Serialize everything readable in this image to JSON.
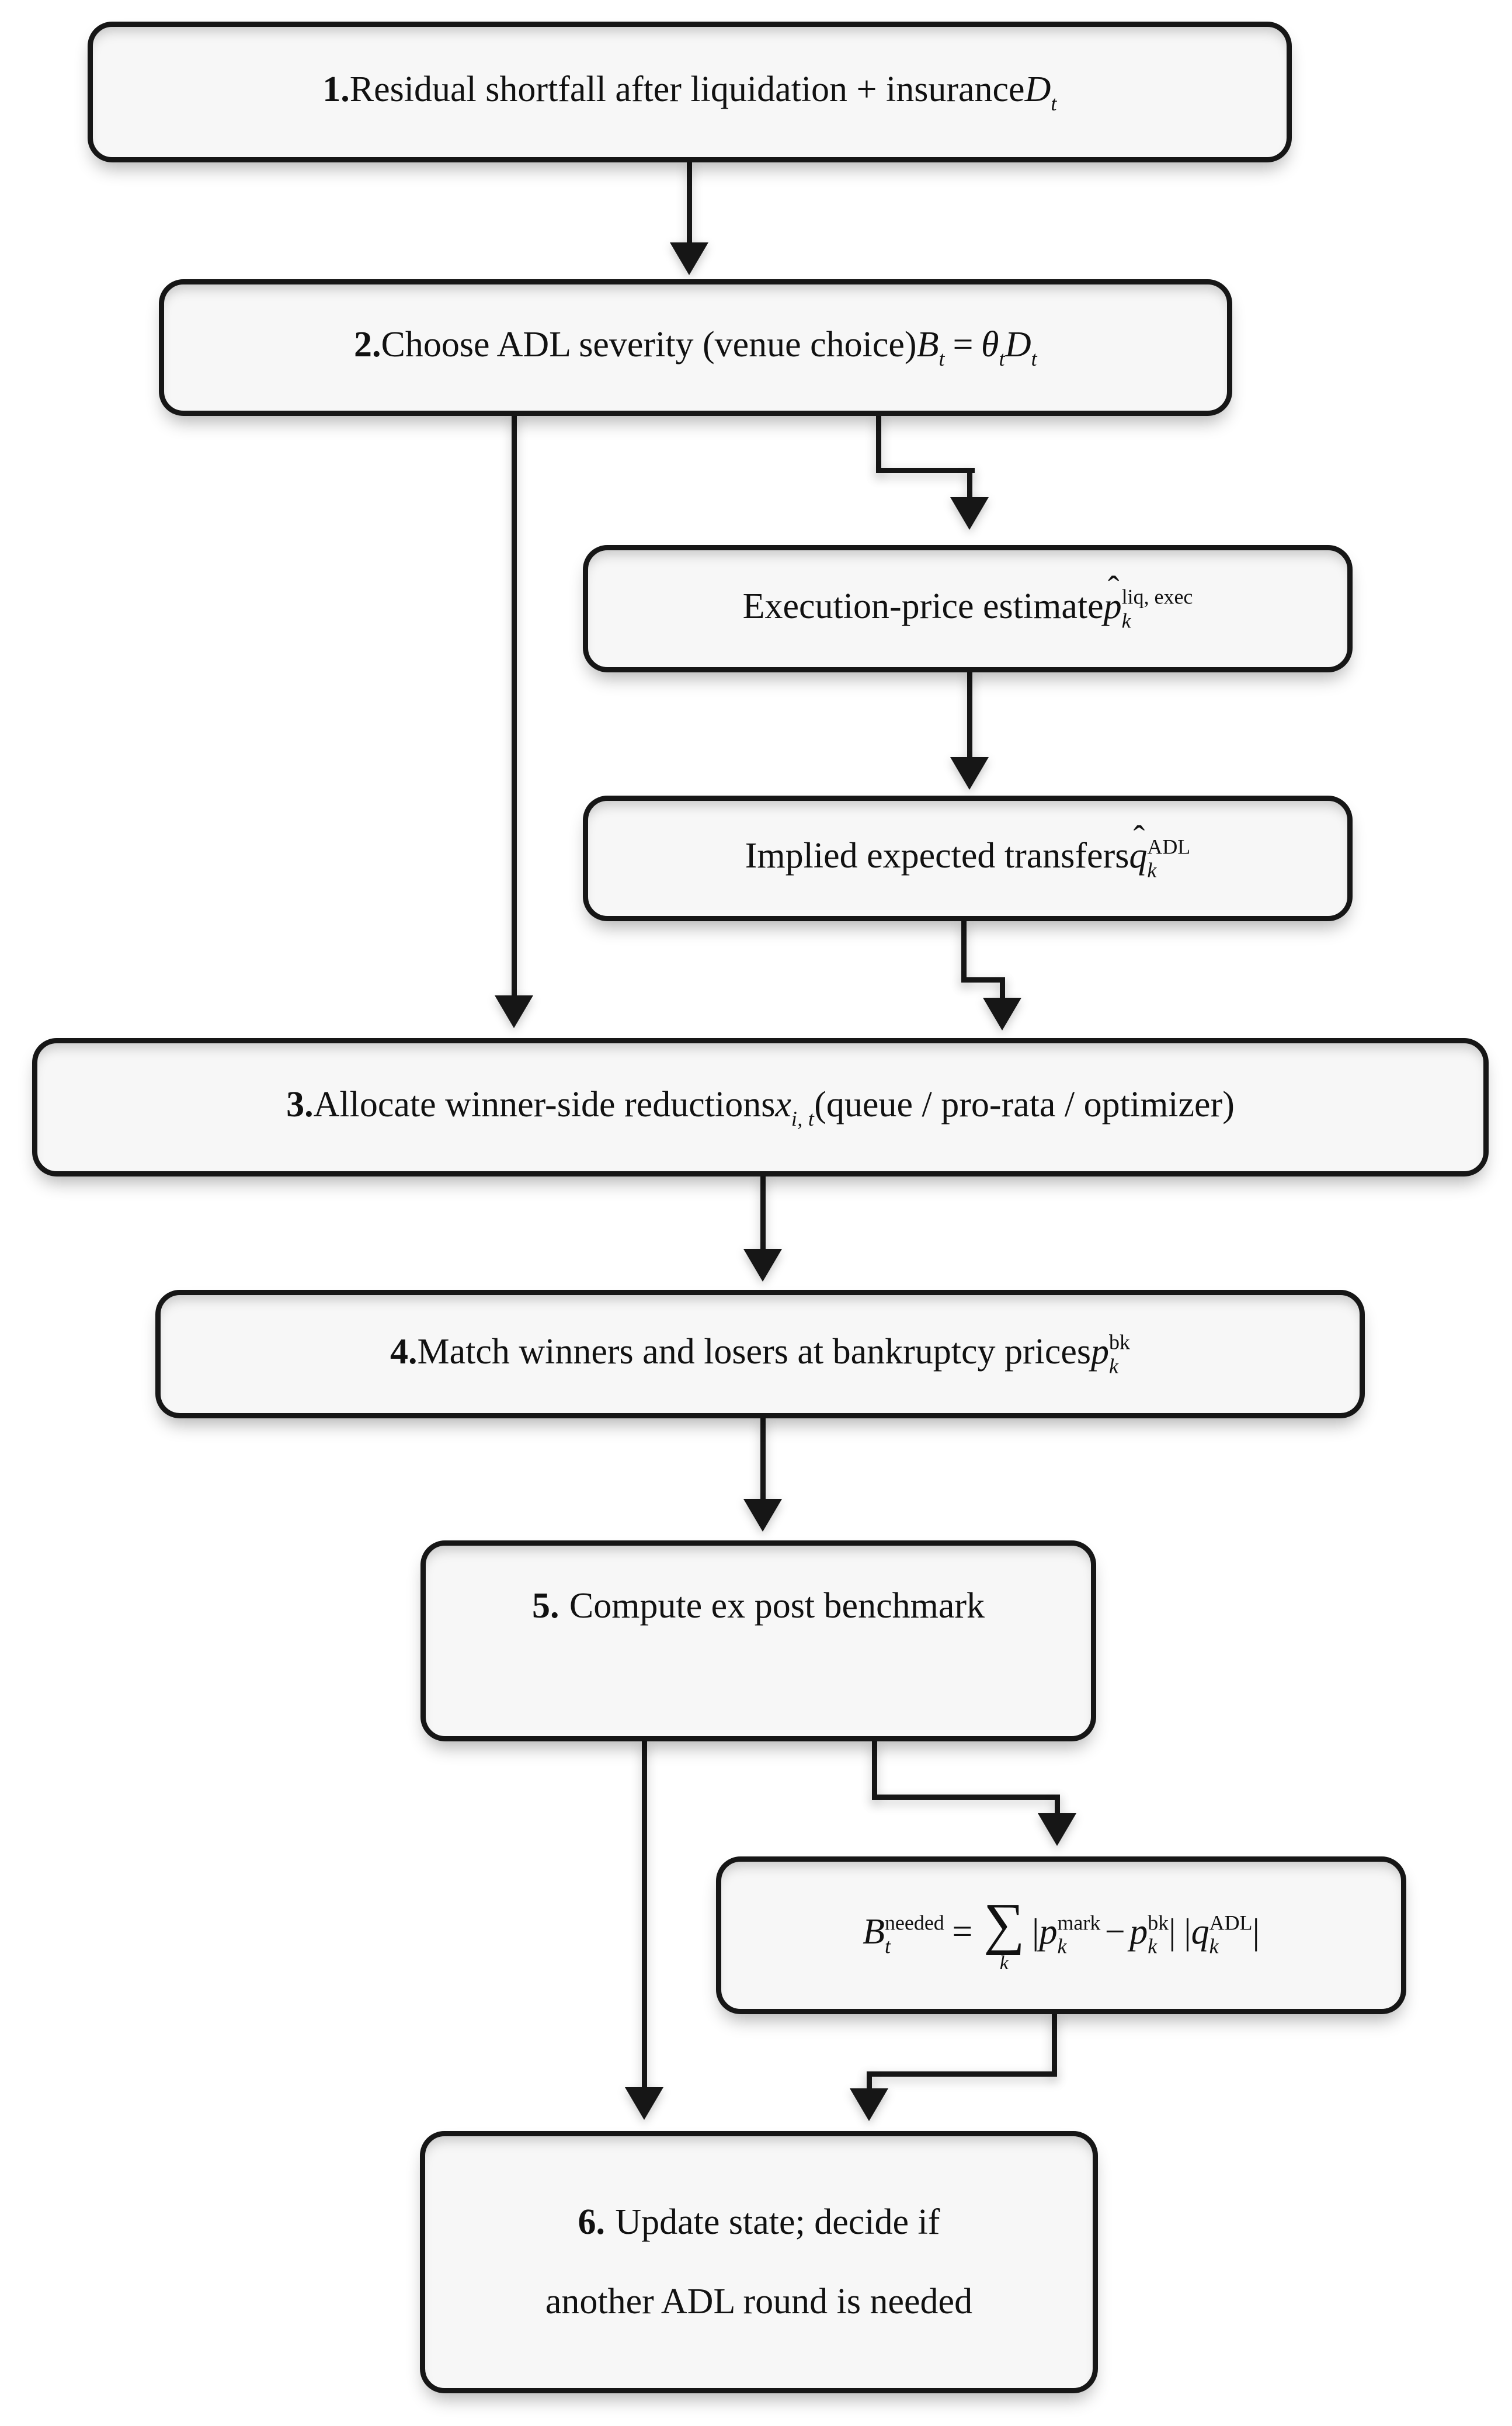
{
  "colors": {
    "background": "#ffffff",
    "box_fill": "#f7f7f7",
    "stroke": "#161616"
  },
  "boxes": {
    "step1": {
      "number": "1.",
      "label": "Residual shortfall after liquidation + insurance",
      "math": {
        "base": "D",
        "sub": "t"
      }
    },
    "step2": {
      "number": "2.",
      "label": "Choose ADL severity (venue choice)",
      "math": {
        "b": "B",
        "b_sub": "t",
        "equals": "=",
        "theta": "θ",
        "theta_sub": "t",
        "d": "D",
        "d_sub": "t"
      }
    },
    "exec_price": {
      "label": "Execution-price estimate",
      "math": {
        "hat": "ˆ",
        "base": "p",
        "sup": "liq, exec",
        "sub": "k"
      }
    },
    "implied_transfers": {
      "label": "Implied expected transfers",
      "math": {
        "hat": "ˆ",
        "base": "q",
        "sup": "ADL",
        "sub": "k"
      }
    },
    "step3": {
      "number": "3.",
      "label": "Allocate winner-side reductions",
      "math": {
        "base": "x",
        "sub": "i, t"
      },
      "suffix": "(queue / pro-rata / optimizer)"
    },
    "step4": {
      "number": "4.",
      "label": "Match winners and losers at bankruptcy prices",
      "math": {
        "base": "p",
        "sup": "bk",
        "sub": "k"
      }
    },
    "step5": {
      "number": "5.",
      "label": "Compute ex post benchmark"
    },
    "benchmark_formula": {
      "math": {
        "b": "B",
        "b_sup": "needed",
        "b_sub": "t",
        "equals": "=",
        "sigma": "∑",
        "sigma_sub": "k",
        "bar_open": "|",
        "p1": "p",
        "p1_sup": "mark",
        "p1_sub": "k",
        "minus": "−",
        "p2": "p",
        "p2_sup": "bk",
        "p2_sub": "k",
        "bar_close": "|",
        "bar_open2": "|",
        "q": "q",
        "q_sup": "ADL",
        "q_sub": "k",
        "bar_close2": "|"
      }
    },
    "step6": {
      "number": "6.",
      "line1": "Update state; decide if",
      "line2": "another ADL round is needed"
    }
  }
}
